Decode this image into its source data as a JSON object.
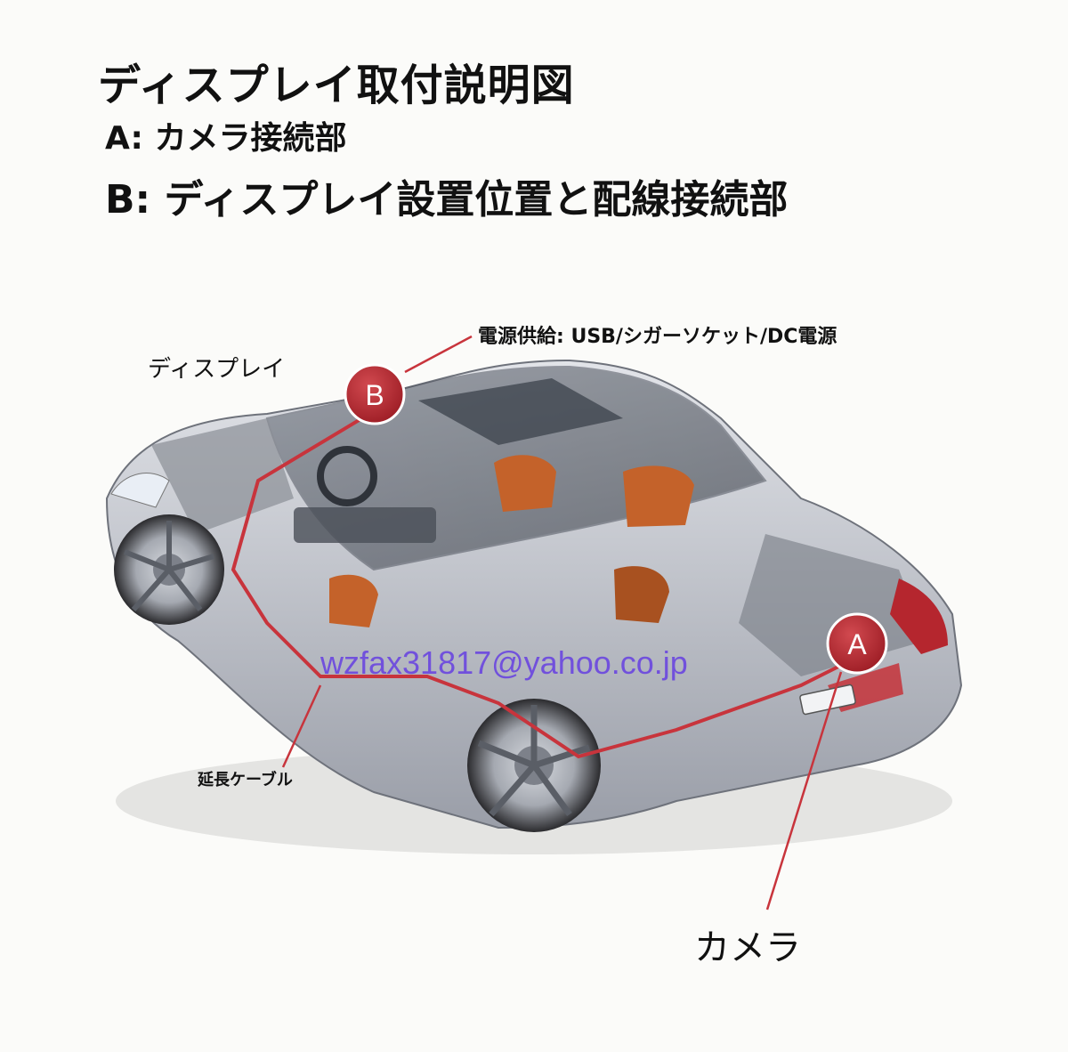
{
  "header": {
    "title": "ディスプレイ取付説明図",
    "legend_a": "A: カメラ接続部",
    "legend_b": "B: ディスプレイ設置位置と配線接続部"
  },
  "labels": {
    "display": "ディスプレイ",
    "power": "電源供給: USB/シガーソケット/DC電源",
    "extension_cable": "延長ケーブル",
    "camera": "カメラ"
  },
  "markers": {
    "a": "A",
    "b": "B"
  },
  "watermark": "wzfax31817@yahoo.co.jp",
  "colors": {
    "marker_fill": "#b3212a",
    "cable_line": "#c8343c",
    "car_body": "#c9ccd3",
    "seat_orange": "#c4622a"
  }
}
